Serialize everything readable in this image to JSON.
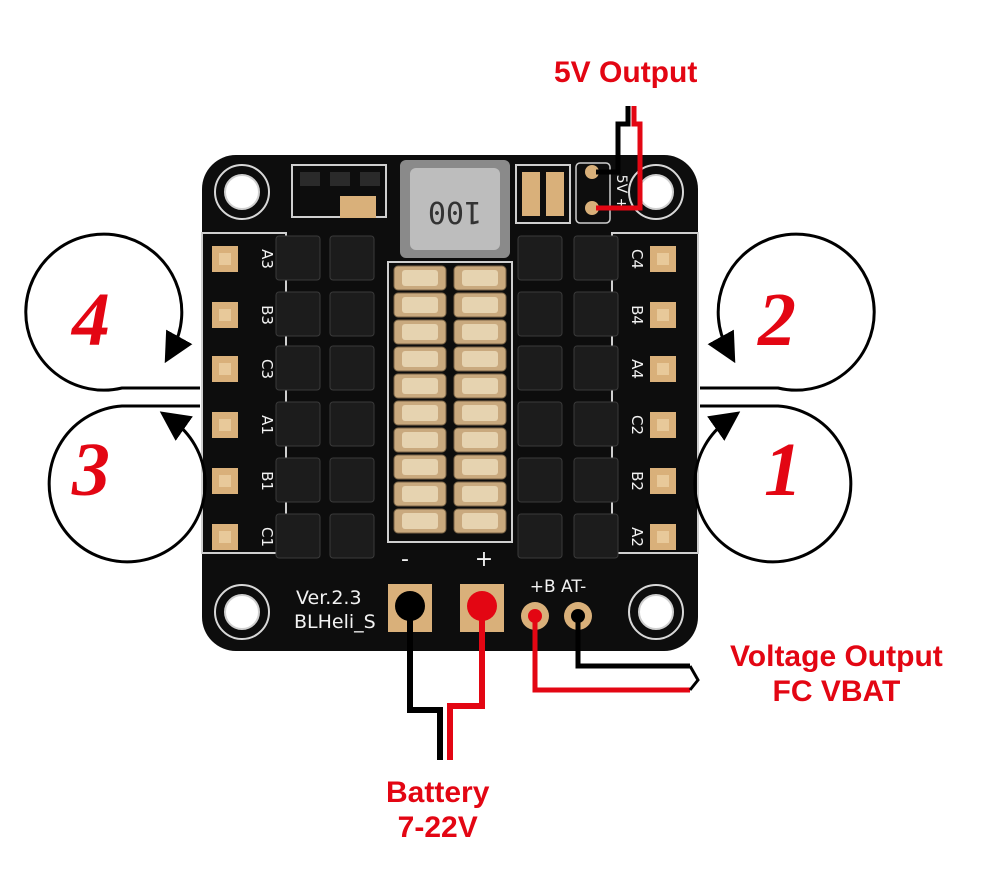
{
  "labels": {
    "five_v_output": "5V Output",
    "voltage_output_line1": "Voltage Output",
    "voltage_output_line2": "FC VBAT",
    "battery_line1": "Battery",
    "battery_line2": "7-22V"
  },
  "board": {
    "version": "Ver.2.3",
    "firmware": "BLHeli_S",
    "inductor_code": "100",
    "minus": "-",
    "plus": "+",
    "vbat_pads": "+B AT-",
    "five_v_pads": "5V +",
    "pads_left": [
      "A3",
      "B3",
      "C3",
      "A1",
      "B1",
      "C1"
    ],
    "pads_right": [
      "C4",
      "B4",
      "A4",
      "C2",
      "B2",
      "A2"
    ]
  },
  "motors": [
    {
      "number": "4",
      "position": "top-left"
    },
    {
      "number": "2",
      "position": "top-right"
    },
    {
      "number": "3",
      "position": "bottom-left"
    },
    {
      "number": "1",
      "position": "bottom-right"
    }
  ],
  "colors": {
    "label_red": "#e30613",
    "pcb": "#0d0d0d",
    "pad_gold": "#d9b07a",
    "wire_red": "#e30613",
    "wire_black": "#000000"
  }
}
